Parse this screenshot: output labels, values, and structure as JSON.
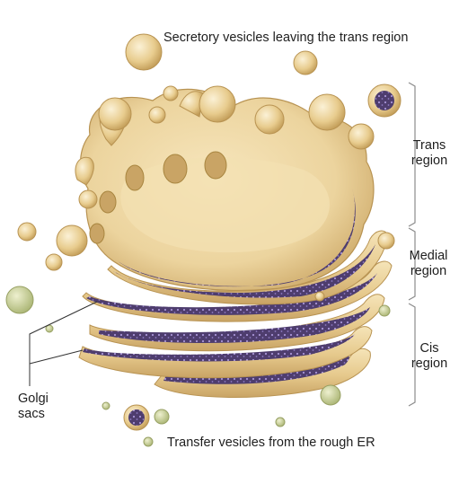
{
  "labels": {
    "secretory": "Secretory vesicles leaving the trans region",
    "trans": [
      "Trans",
      "region"
    ],
    "medial": [
      "Medial",
      "region"
    ],
    "cis": [
      "Cis",
      "region"
    ],
    "golgi": [
      "Golgi",
      "sacs"
    ],
    "transfer": "Transfer vesicles from the rough ER"
  },
  "colors": {
    "body": "#f0d9a6",
    "body_shadow": "#c9a465",
    "lumen": "#4e3d6e",
    "lumen_dots": "#a794d6",
    "small_vesicle": "#c6cf98",
    "bracket": "#8c8c8c"
  }
}
